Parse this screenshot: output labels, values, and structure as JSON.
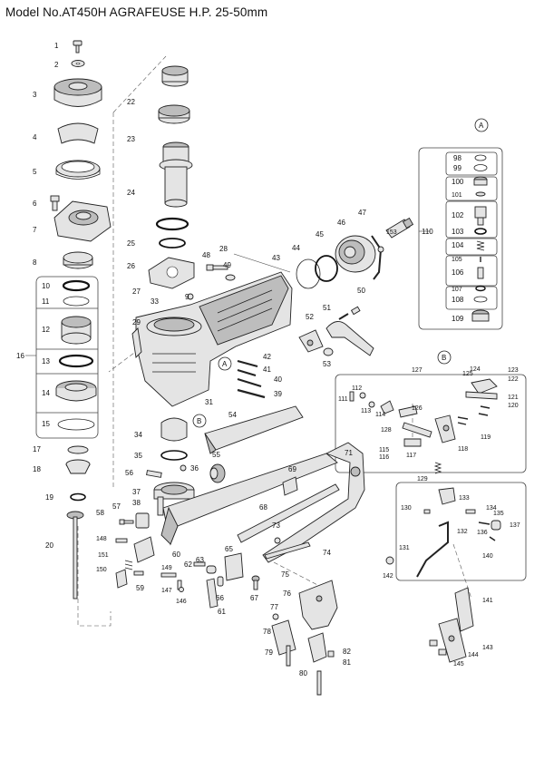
{
  "title": "Model No.AT450H AGRAFEUSE H.P. 25-50mm",
  "callouts": [
    {
      "id": "A",
      "label": "A"
    },
    {
      "id": "B",
      "label": "B"
    }
  ],
  "parts": [
    {
      "id": "p1",
      "num": "1"
    },
    {
      "id": "p2",
      "num": "2"
    },
    {
      "id": "p3",
      "num": "3"
    },
    {
      "id": "p4",
      "num": "4"
    },
    {
      "id": "p5",
      "num": "5"
    },
    {
      "id": "p6",
      "num": "6"
    },
    {
      "id": "p7",
      "num": "7"
    },
    {
      "id": "p8",
      "num": "8"
    },
    {
      "id": "p9",
      "num": "9"
    },
    {
      "id": "p10",
      "num": "10"
    },
    {
      "id": "p11",
      "num": "11"
    },
    {
      "id": "p12",
      "num": "12"
    },
    {
      "id": "p13",
      "num": "13"
    },
    {
      "id": "p14",
      "num": "14"
    },
    {
      "id": "p15",
      "num": "15"
    },
    {
      "id": "p16",
      "num": "16"
    },
    {
      "id": "p17",
      "num": "17"
    },
    {
      "id": "p18",
      "num": "18"
    },
    {
      "id": "p19",
      "num": "19"
    },
    {
      "id": "p20",
      "num": "20"
    },
    {
      "id": "p22",
      "num": "22"
    },
    {
      "id": "p23",
      "num": "23"
    },
    {
      "id": "p24",
      "num": "24"
    },
    {
      "id": "p25",
      "num": "25"
    },
    {
      "id": "p26",
      "num": "26"
    },
    {
      "id": "p27",
      "num": "27"
    },
    {
      "id": "p28",
      "num": "28"
    },
    {
      "id": "p29",
      "num": "29"
    },
    {
      "id": "p31",
      "num": "31"
    },
    {
      "id": "p33",
      "num": "33"
    },
    {
      "id": "p34",
      "num": "34"
    },
    {
      "id": "p35",
      "num": "35"
    },
    {
      "id": "p36",
      "num": "36"
    },
    {
      "id": "p37",
      "num": "37"
    },
    {
      "id": "p38",
      "num": "38"
    },
    {
      "id": "p39",
      "num": "39"
    },
    {
      "id": "p40",
      "num": "40"
    },
    {
      "id": "p41",
      "num": "41"
    },
    {
      "id": "p42",
      "num": "42"
    },
    {
      "id": "p43",
      "num": "43"
    },
    {
      "id": "p44",
      "num": "44"
    },
    {
      "id": "p45",
      "num": "45"
    },
    {
      "id": "p46",
      "num": "46"
    },
    {
      "id": "p47",
      "num": "47"
    },
    {
      "id": "p48",
      "num": "48"
    },
    {
      "id": "p49",
      "num": "49"
    },
    {
      "id": "p50",
      "num": "50"
    },
    {
      "id": "p51",
      "num": "51"
    },
    {
      "id": "p52",
      "num": "52"
    },
    {
      "id": "p53",
      "num": "53"
    },
    {
      "id": "p54",
      "num": "54"
    },
    {
      "id": "p55",
      "num": "55"
    },
    {
      "id": "p56",
      "num": "56"
    },
    {
      "id": "p57",
      "num": "57"
    },
    {
      "id": "p58",
      "num": "58"
    },
    {
      "id": "p59",
      "num": "59"
    },
    {
      "id": "p60",
      "num": "60"
    },
    {
      "id": "p61",
      "num": "61"
    },
    {
      "id": "p62",
      "num": "62"
    },
    {
      "id": "p63",
      "num": "63"
    },
    {
      "id": "p65",
      "num": "65"
    },
    {
      "id": "p66",
      "num": "66"
    },
    {
      "id": "p67",
      "num": "67"
    },
    {
      "id": "p68",
      "num": "68"
    },
    {
      "id": "p69",
      "num": "69"
    },
    {
      "id": "p71",
      "num": "71"
    },
    {
      "id": "p73",
      "num": "73"
    },
    {
      "id": "p74",
      "num": "74"
    },
    {
      "id": "p75",
      "num": "75"
    },
    {
      "id": "p76",
      "num": "76"
    },
    {
      "id": "p77",
      "num": "77"
    },
    {
      "id": "p78",
      "num": "78"
    },
    {
      "id": "p79",
      "num": "79"
    },
    {
      "id": "p80",
      "num": "80"
    },
    {
      "id": "p81",
      "num": "81"
    },
    {
      "id": "p82",
      "num": "82"
    },
    {
      "id": "p98",
      "num": "98"
    },
    {
      "id": "p99",
      "num": "99"
    },
    {
      "id": "p100",
      "num": "100"
    },
    {
      "id": "p101",
      "num": "101"
    },
    {
      "id": "p102",
      "num": "102"
    },
    {
      "id": "p103",
      "num": "103"
    },
    {
      "id": "p104",
      "num": "104"
    },
    {
      "id": "p105",
      "num": "105"
    },
    {
      "id": "p106",
      "num": "106"
    },
    {
      "id": "p107",
      "num": "107"
    },
    {
      "id": "p108",
      "num": "108"
    },
    {
      "id": "p109",
      "num": "109"
    },
    {
      "id": "p110",
      "num": "110"
    },
    {
      "id": "p111",
      "num": "111"
    },
    {
      "id": "p112",
      "num": "112"
    },
    {
      "id": "p113",
      "num": "113"
    },
    {
      "id": "p114",
      "num": "114"
    },
    {
      "id": "p115",
      "num": "115"
    },
    {
      "id": "p116",
      "num": "116"
    },
    {
      "id": "p117",
      "num": "117"
    },
    {
      "id": "p118",
      "num": "118"
    },
    {
      "id": "p119",
      "num": "119"
    },
    {
      "id": "p120",
      "num": "120"
    },
    {
      "id": "p121",
      "num": "121"
    },
    {
      "id": "p122",
      "num": "122"
    },
    {
      "id": "p123",
      "num": "123"
    },
    {
      "id": "p124",
      "num": "124"
    },
    {
      "id": "p125",
      "num": "125"
    },
    {
      "id": "p126",
      "num": "126"
    },
    {
      "id": "p127",
      "num": "127"
    },
    {
      "id": "p128",
      "num": "128"
    },
    {
      "id": "p129",
      "num": "129"
    },
    {
      "id": "p130",
      "num": "130"
    },
    {
      "id": "p131",
      "num": "131"
    },
    {
      "id": "p132",
      "num": "132"
    },
    {
      "id": "p133",
      "num": "133"
    },
    {
      "id": "p134",
      "num": "134"
    },
    {
      "id": "p135",
      "num": "135"
    },
    {
      "id": "p136",
      "num": "136"
    },
    {
      "id": "p137",
      "num": "137"
    },
    {
      "id": "p140",
      "num": "140"
    },
    {
      "id": "p141",
      "num": "141"
    },
    {
      "id": "p142",
      "num": "142"
    },
    {
      "id": "p143",
      "num": "143"
    },
    {
      "id": "p144",
      "num": "144"
    },
    {
      "id": "p145",
      "num": "145"
    },
    {
      "id": "p146",
      "num": "146"
    },
    {
      "id": "p147",
      "num": "147"
    },
    {
      "id": "p148",
      "num": "148"
    },
    {
      "id": "p149",
      "num": "149"
    },
    {
      "id": "p150",
      "num": "150"
    },
    {
      "id": "p151",
      "num": "151"
    },
    {
      "id": "p153",
      "num": "153"
    }
  ]
}
